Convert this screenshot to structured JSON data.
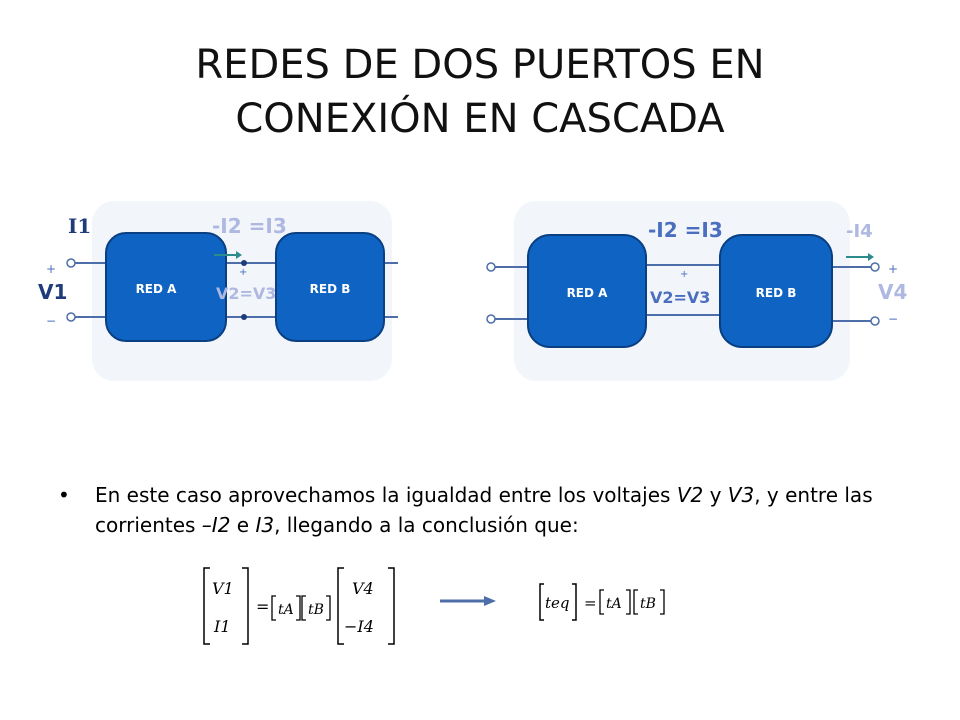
{
  "slide": {
    "title_line1": "REDES DE DOS PUERTOS EN",
    "title_line2": "CONEXIÓN EN CASCADA"
  },
  "diagram_left": {
    "block_a": "RED A",
    "block_b": "RED B",
    "current_in": "I1",
    "current_mid": "-I2 =I3",
    "voltage_in": "V1",
    "voltage_mid": "V2=V3",
    "plus": "+",
    "minus": "−"
  },
  "diagram_right": {
    "block_a": "RED A",
    "block_b": "RED B",
    "current_mid": "-I2 =I3",
    "current_out": "-I4",
    "voltage_mid": "V2=V3",
    "voltage_out": "V4",
    "plus": "+",
    "minus": "−"
  },
  "bullet": {
    "marker": "•",
    "part1": "En este caso aprovechamos la igualdad entre los voltajes ",
    "v2": "V2",
    "part2": " y ",
    "v3": "V3",
    "part3": ", y entre las corrientes ",
    "i2": "–I2",
    "part4": " e ",
    "i3": "I3",
    "part5": ", llegando a la conclusión que:"
  },
  "equation_left": {
    "v1": "V1",
    "i1": "I1",
    "equals": "=",
    "ta": "tA",
    "tb": "tB",
    "v4": "V4",
    "neg_i4": "−I4"
  },
  "equation_right": {
    "teq": "teq",
    "equals": "=",
    "ta": "tA",
    "tb": "tB"
  },
  "colors": {
    "block_fill": "#0f63c2",
    "diagram_bg": "#f2f6fb",
    "label_blue": "#4a6fbf",
    "label_light": "#aeb8e0",
    "arrow_teal": "#2e8b8b",
    "arrow_navy": "#4d6ea8"
  }
}
